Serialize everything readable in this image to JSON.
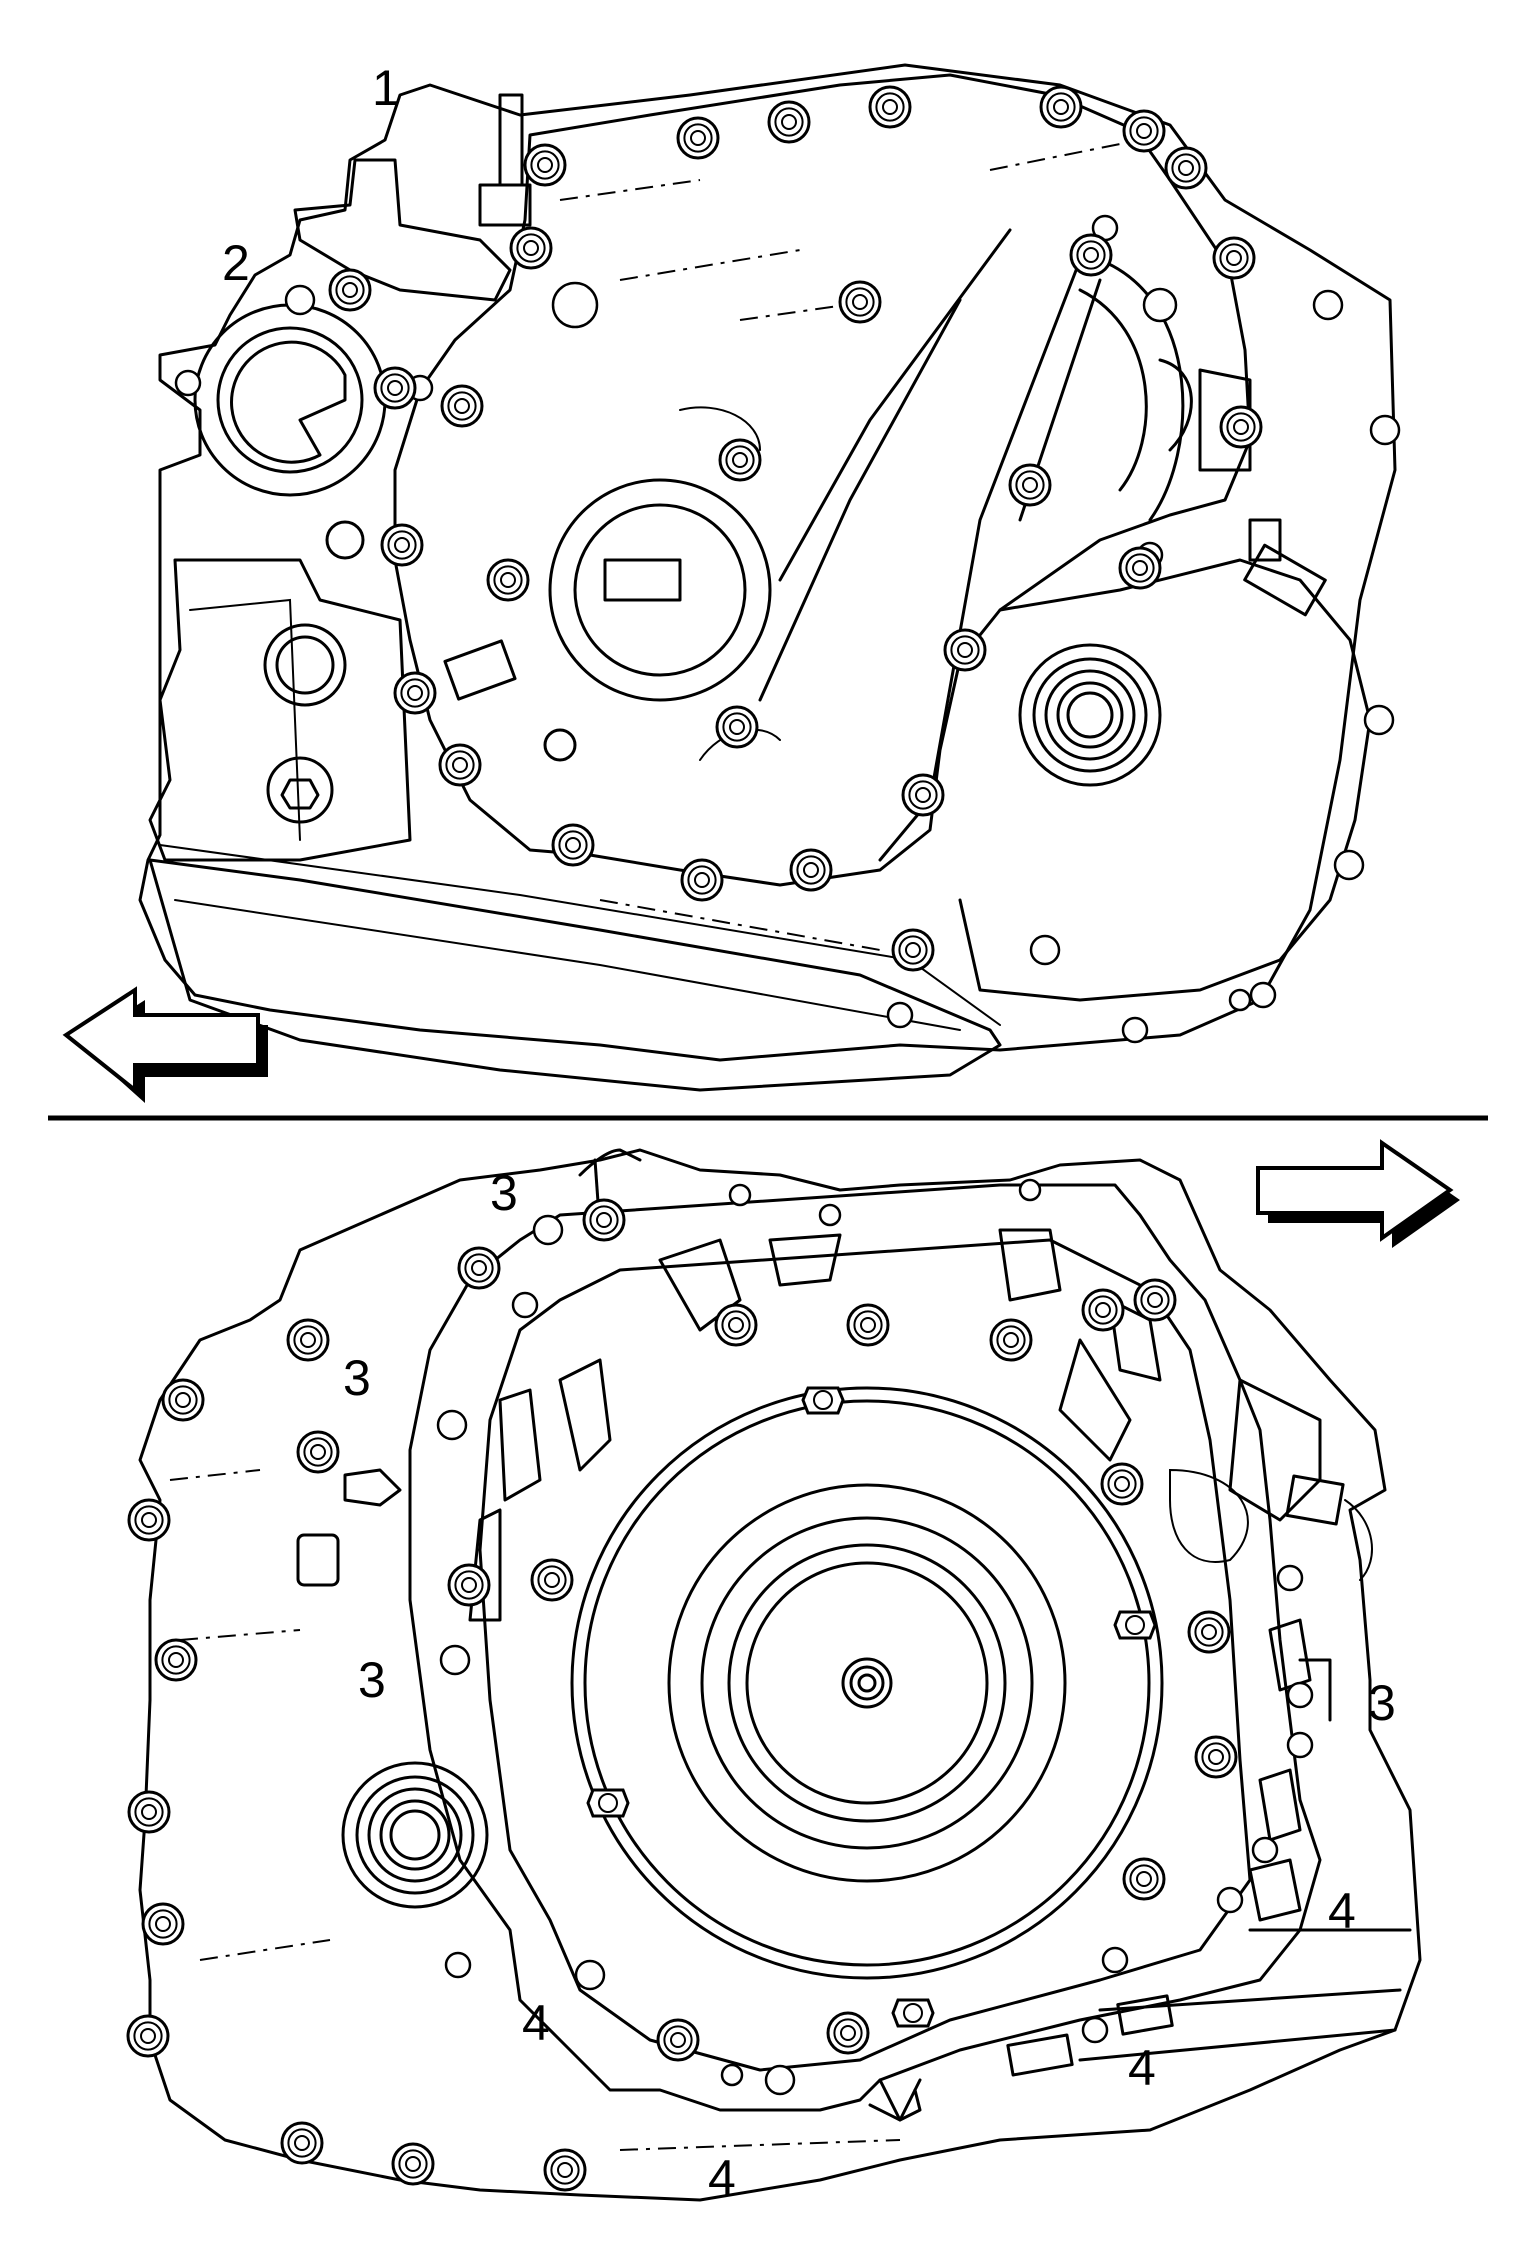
{
  "callouts": {
    "c1": "1",
    "c2": "2",
    "c3a": "3",
    "c3b": "3",
    "c3c": "3",
    "c3d": "3",
    "c4a": "4",
    "c4b": "4",
    "c4c": "4",
    "c4d": "4"
  }
}
